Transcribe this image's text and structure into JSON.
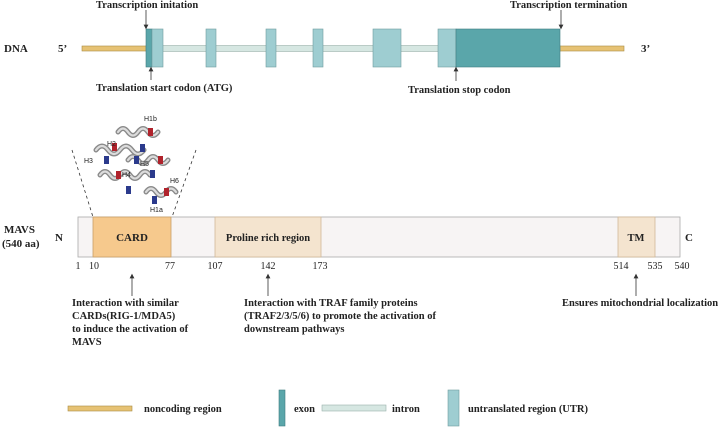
{
  "colors": {
    "noncoding": "#e6c274",
    "exon": "#5aa6aa",
    "utr": "#9ecdd1",
    "intron": "#d6e7e2",
    "card": "#f6c98d",
    "proline": "#f4e4cf",
    "tm": "#f4e4cf",
    "protein_bar": "#f7f4f4",
    "outline": "#aaaaaa",
    "helix_red": "#b0232c",
    "helix_blue": "#2b3a8c"
  },
  "dna": {
    "label": "DNA",
    "five_prime": "5’",
    "three_prime": "3’",
    "transcription_initiation": "Transcription initation",
    "transcription_termination": "Transcription termination",
    "translation_start": "Translation start codon (ATG)",
    "translation_stop": "Translation stop codon"
  },
  "structure": {
    "helices": [
      "H1b",
      "H2",
      "H3",
      "H4",
      "H5",
      "H6",
      "H1a"
    ]
  },
  "protein": {
    "name": "MAVS",
    "length": "(540 aa)",
    "n_term": "N",
    "c_term": "C",
    "card_label": "CARD",
    "proline_label": "Proline rich region",
    "tm_label": "TM",
    "positions": [
      "1",
      "10",
      "77",
      "107",
      "142",
      "173",
      "514",
      "535",
      "540"
    ]
  },
  "annotations": {
    "card": [
      "Interaction with similar",
      "CARDs(RIG-1/MDA5)",
      "to induce the activation of",
      "MAVS"
    ],
    "proline": [
      "Interaction with TRAF family proteins",
      "(TRAF2/3/5/6) to promote the activation of",
      "downstream pathways"
    ],
    "tm": [
      "Ensures mitochondrial localization"
    ]
  },
  "legend": {
    "noncoding": "noncoding region",
    "exon": "exon",
    "intron": "intron",
    "utr": "untranslated region (UTR)"
  }
}
